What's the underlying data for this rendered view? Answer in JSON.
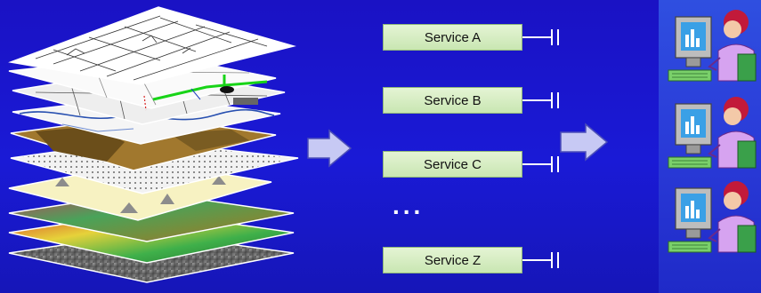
{
  "services": [
    {
      "label": "Service A"
    },
    {
      "label": "Service B"
    },
    {
      "label": "Service C"
    },
    {
      "label": "Service Z"
    }
  ],
  "ellipsis": "...",
  "icons": {
    "layers": "map-layers-stack",
    "arrow": "block-arrow-right",
    "connector": "service-interface-connector",
    "user": "user-at-computer"
  },
  "colors": {
    "background": "#1a1ad6",
    "service_fill": "#d6eec3",
    "arrow_fill": "#c7c9f4"
  }
}
